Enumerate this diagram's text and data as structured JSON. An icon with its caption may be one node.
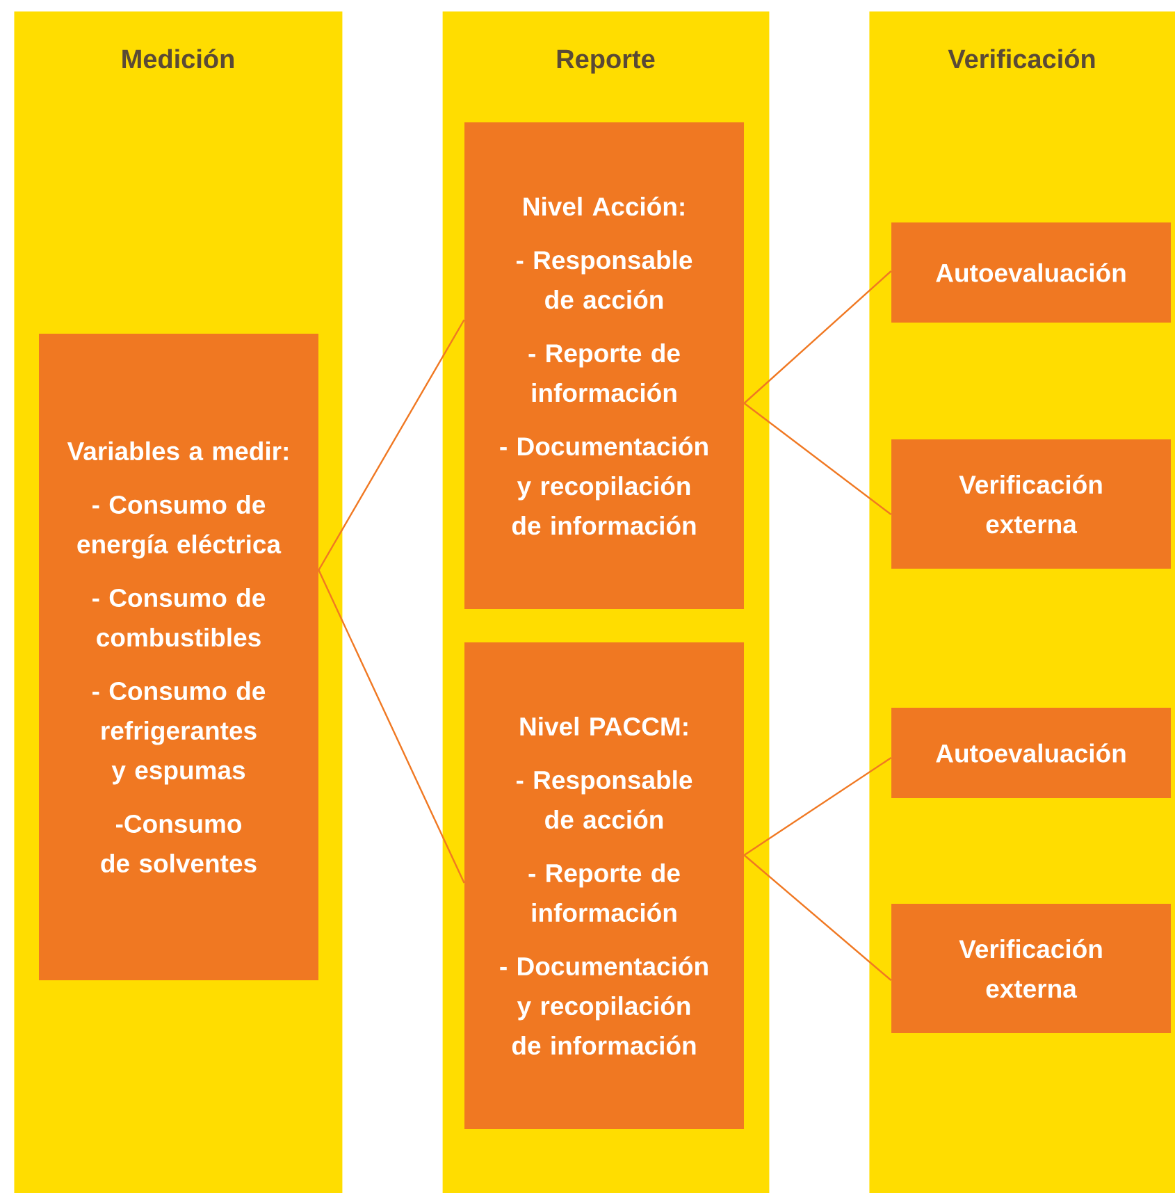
{
  "diagram": {
    "nodes": [
      {
        "text": [
          "Medición"
        ]
      },
      {
        "text": [
          "Reporte"
        ]
      },
      {
        "text": [
          "Verificación"
        ]
      },
      {
        "text": [
          "Variables a medir:",
          "- Consumo de energía eléctrica",
          "- Consumo de combustibles",
          "- Consumo de refrigerantes y espumas",
          "-Consumo de solventes"
        ],
        "in": 0
      },
      {
        "text": [
          "Nivel Acción:",
          "- Responsable de acción",
          "- Reporte de información",
          "- Documentación y recopilación de información"
        ],
        "in": 1
      },
      {
        "text": [
          "Nivel PACCM:",
          "- Responsable de acción",
          "- Reporte de información",
          "- Documentación y recopilación de información"
        ],
        "in": 1
      },
      {
        "text": [
          "Autoevaluación"
        ],
        "in": 2
      },
      {
        "text": [
          "Verificación externa"
        ],
        "in": 2
      },
      {
        "text": [
          "Autoevaluación"
        ],
        "in": 2
      },
      {
        "text": [
          "Verificación externa"
        ],
        "in": 2
      }
    ],
    "edges": [
      {
        "from": 3,
        "to": 4,
        "arrow": "none"
      },
      {
        "from": 3,
        "to": 5,
        "arrow": "none"
      },
      {
        "from": 4,
        "to": 6,
        "arrow": "none"
      },
      {
        "from": 4,
        "to": 7,
        "arrow": "none"
      },
      {
        "from": 5,
        "to": 8,
        "arrow": "none"
      },
      {
        "from": 5,
        "to": 9,
        "arrow": "none"
      }
    ]
  }
}
